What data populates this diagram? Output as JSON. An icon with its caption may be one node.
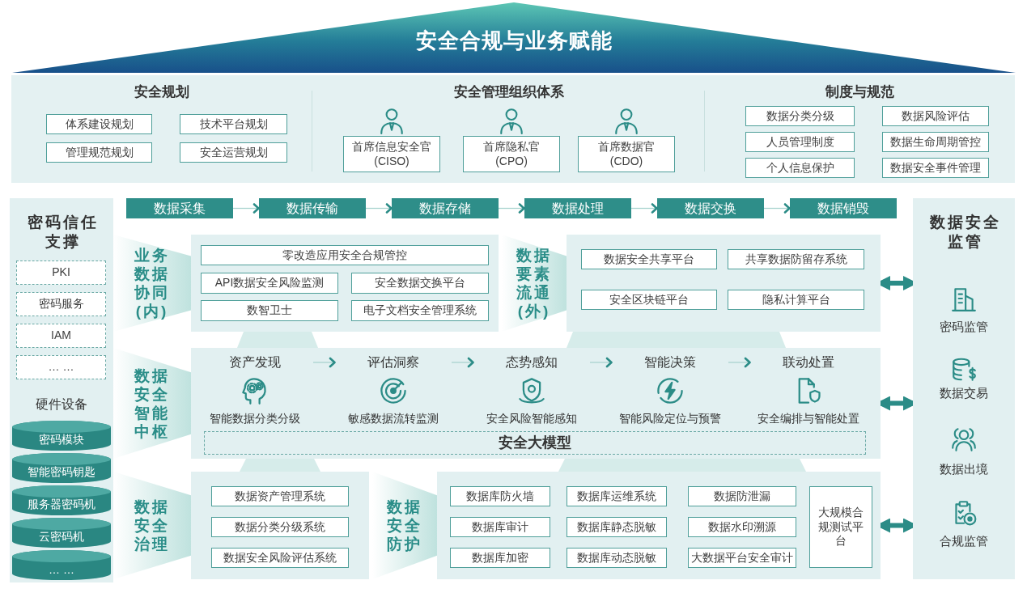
{
  "diagram": {
    "nodes": [
      {
        "text": [
          "安全合规与业务赋能"
        ]
      },
      {
        "text": [
          "安全规划"
        ]
      },
      {
        "text": [
          "体系建设规划"
        ],
        "in": 1
      },
      {
        "text": [
          "技术平台规划"
        ],
        "in": 1
      },
      {
        "text": [
          "管理规范规划"
        ],
        "in": 1
      },
      {
        "text": [
          "安全运营规划"
        ],
        "in": 1
      },
      {
        "text": [
          "安全管理组织体系"
        ]
      },
      {
        "text": [
          "首席信息安全官",
          "(CISO)"
        ],
        "in": 6
      },
      {
        "text": [
          "首席隐私官",
          "(CPO)"
        ],
        "in": 6
      },
      {
        "text": [
          "首席数据官",
          "(CDO)"
        ],
        "in": 6
      },
      {
        "text": [
          "制度与规范"
        ]
      },
      {
        "text": [
          "数据分类分级"
        ],
        "in": 10
      },
      {
        "text": [
          "数据风险评估"
        ],
        "in": 10
      },
      {
        "text": [
          "人员管理制度"
        ],
        "in": 10
      },
      {
        "text": [
          "数据生命周期管控"
        ],
        "in": 10
      },
      {
        "text": [
          "个人信息保护"
        ],
        "in": 10
      },
      {
        "text": [
          "数据安全事件管理"
        ],
        "in": 10
      },
      {
        "text": [
          "密码信任支撑",
          "硬件设备"
        ]
      },
      {
        "text": [
          "PKI"
        ],
        "in": 17
      },
      {
        "text": [
          "密码服务"
        ],
        "in": 17
      },
      {
        "text": [
          "IAM"
        ],
        "in": 17
      },
      {
        "text": [
          "… …"
        ],
        "in": 17
      },
      {
        "text": [
          "密码模块"
        ],
        "in": 17
      },
      {
        "text": [
          "智能密码钥匙"
        ],
        "in": 17
      },
      {
        "text": [
          "服务器密码机"
        ],
        "in": 17
      },
      {
        "text": [
          "云密码机"
        ],
        "in": 17
      },
      {
        "text": [
          "… …"
        ],
        "in": 17
      },
      {
        "text": [
          "数据采集"
        ]
      },
      {
        "text": [
          "数据传输"
        ]
      },
      {
        "text": [
          "数据存储"
        ]
      },
      {
        "text": [
          "数据处理"
        ]
      },
      {
        "text": [
          "数据交换"
        ]
      },
      {
        "text": [
          "数据销毁"
        ]
      },
      {
        "text": [
          "业务数据协同(内)"
        ]
      },
      {
        "text": [
          "零改造应用安全合规管控"
        ],
        "in": 33
      },
      {
        "text": [
          "API数据安全风险监测"
        ],
        "in": 33
      },
      {
        "text": [
          "安全数据交换平台"
        ],
        "in": 33
      },
      {
        "text": [
          "数智卫士"
        ],
        "in": 33
      },
      {
        "text": [
          "电子文档安全管理系统"
        ],
        "in": 33
      },
      {
        "text": [
          "数据要素流通(外)"
        ]
      },
      {
        "text": [
          "数据安全共享平台"
        ],
        "in": 39
      },
      {
        "text": [
          "共享数据防留存系统"
        ],
        "in": 39
      },
      {
        "text": [
          "安全区块链平台"
        ],
        "in": 39
      },
      {
        "text": [
          "隐私计算平台"
        ],
        "in": 39
      },
      {
        "text": [
          "数据安全智能中枢"
        ]
      },
      {
        "text": [
          "资产发现",
          "智能数据分类分级"
        ],
        "in": 44
      },
      {
        "text": [
          "评估洞察",
          "敏感数据流转监测"
        ],
        "in": 44
      },
      {
        "text": [
          "态势感知",
          "安全风险智能感知"
        ],
        "in": 44
      },
      {
        "text": [
          "智能决策",
          "智能风险定位与预警"
        ],
        "in": 44
      },
      {
        "text": [
          "联动处置",
          "安全编排与智能处置"
        ],
        "in": 44
      },
      {
        "text": [
          "安全大模型"
        ],
        "in": 44
      },
      {
        "text": [
          "数据安全治理"
        ]
      },
      {
        "text": [
          "数据资产管理系统"
        ],
        "in": 51
      },
      {
        "text": [
          "数据分类分级系统"
        ],
        "in": 51
      },
      {
        "text": [
          "数据安全风险评估系统"
        ],
        "in": 51
      },
      {
        "text": [
          "数据安全防护"
        ]
      },
      {
        "text": [
          "数据库防火墙"
        ],
        "in": 55
      },
      {
        "text": [
          "数据库运维系统"
        ],
        "in": 55
      },
      {
        "text": [
          "数据防泄漏"
        ],
        "in": 55
      },
      {
        "text": [
          "大规模合规测试平台"
        ],
        "in": 55
      },
      {
        "text": [
          "数据库审计"
        ],
        "in": 55
      },
      {
        "text": [
          "数据库静态脱敏"
        ],
        "in": 55
      },
      {
        "text": [
          "数据水印溯源"
        ],
        "in": 55
      },
      {
        "text": [
          "数据库加密"
        ],
        "in": 55
      },
      {
        "text": [
          "数据库动态脱敏"
        ],
        "in": 55
      },
      {
        "text": [
          "大数据平台安全审计"
        ],
        "in": 55
      },
      {
        "text": [
          "数据安全监管",
          "密码监管",
          "数据交易",
          "数据出境",
          "合规监管"
        ]
      }
    ],
    "edges": [
      {
        "from": 27,
        "to": 28,
        "arrow": "to"
      },
      {
        "from": 28,
        "to": 29,
        "arrow": "to"
      },
      {
        "from": 29,
        "to": 30,
        "arrow": "to"
      },
      {
        "from": 30,
        "to": 31,
        "arrow": "to"
      },
      {
        "from": 31,
        "to": 32,
        "arrow": "to"
      },
      {
        "from": 45,
        "to": 46,
        "arrow": "to"
      },
      {
        "from": 46,
        "to": 47,
        "arrow": "to"
      },
      {
        "from": 47,
        "to": 48,
        "arrow": "to"
      },
      {
        "from": 48,
        "to": 49,
        "arrow": "to"
      },
      {
        "from": 39,
        "to": 66,
        "arrow": "both",
        "style": "thick",
        "color": "#2b8c87"
      },
      {
        "from": 44,
        "to": 66,
        "arrow": "both",
        "style": "thick",
        "color": "#2b8c87"
      },
      {
        "from": 55,
        "to": 66,
        "arrow": "both",
        "style": "thick",
        "color": "#2b8c87"
      }
    ]
  }
}
